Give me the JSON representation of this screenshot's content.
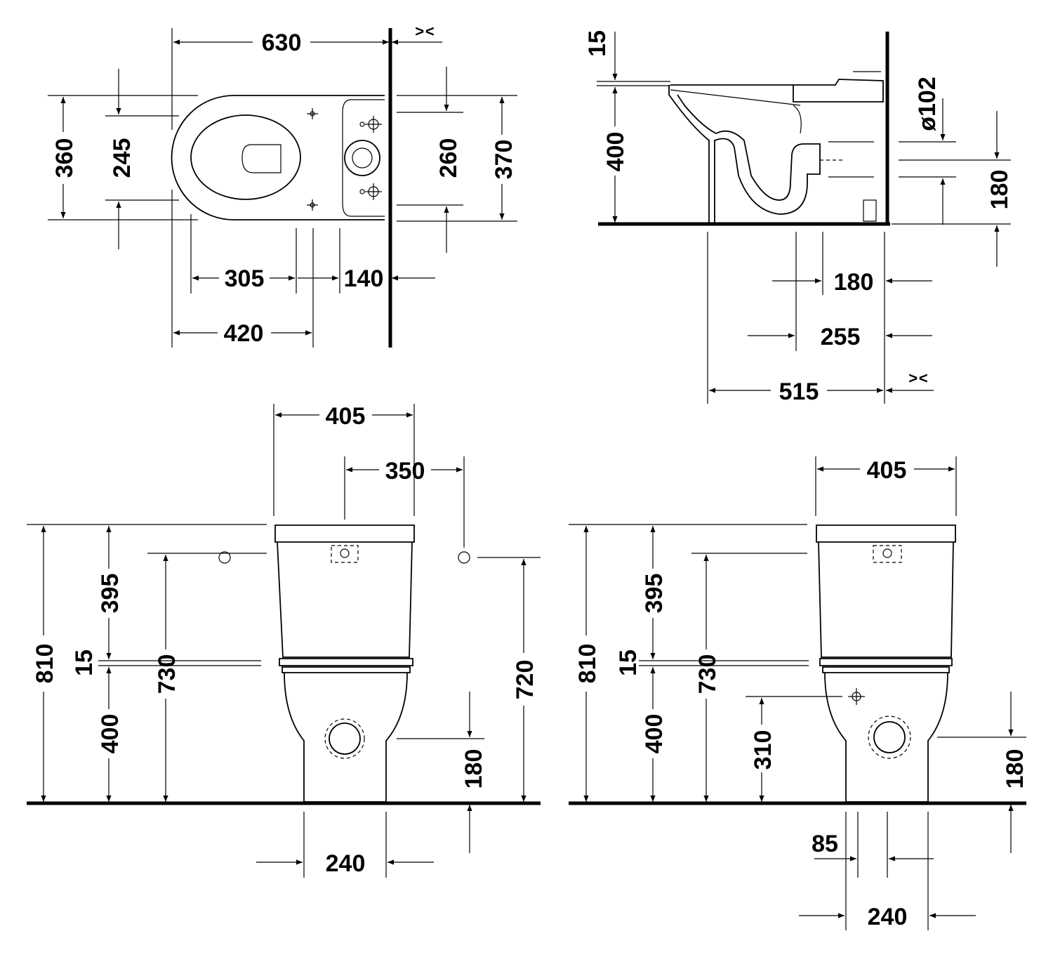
{
  "top_view": {
    "overall_length": "630",
    "clearance_mark": "> <",
    "width_outer": "360",
    "width_inner": "245",
    "fixing_spacing": "260",
    "tank_width": "370",
    "bowl_offset": "305",
    "tank_depth": "140",
    "fixing_distance": "420"
  },
  "side_view": {
    "seat_thickness": "15",
    "rim_height": "400",
    "outlet_diameter": "ø102",
    "outlet_height": "180",
    "outlet_projection_1": "180",
    "outlet_projection_2": "255",
    "overall_depth": "515",
    "clearance_mark": "> <"
  },
  "front_view_left": {
    "tank_width": "405",
    "fixing_spacing": "350",
    "total_height": "810",
    "tank_height": "395",
    "gap": "15",
    "bowl_height": "400",
    "fixing_height": "730",
    "fixing_height_right": "720",
    "outlet_height": "180",
    "foot_width": "240"
  },
  "front_view_right": {
    "tank_width": "405",
    "total_height": "810",
    "tank_height": "395",
    "gap": "15",
    "bowl_height": "400",
    "inlet_height": "730",
    "connection_height": "310",
    "outlet_height": "180",
    "offset": "85",
    "foot_width": "240"
  }
}
